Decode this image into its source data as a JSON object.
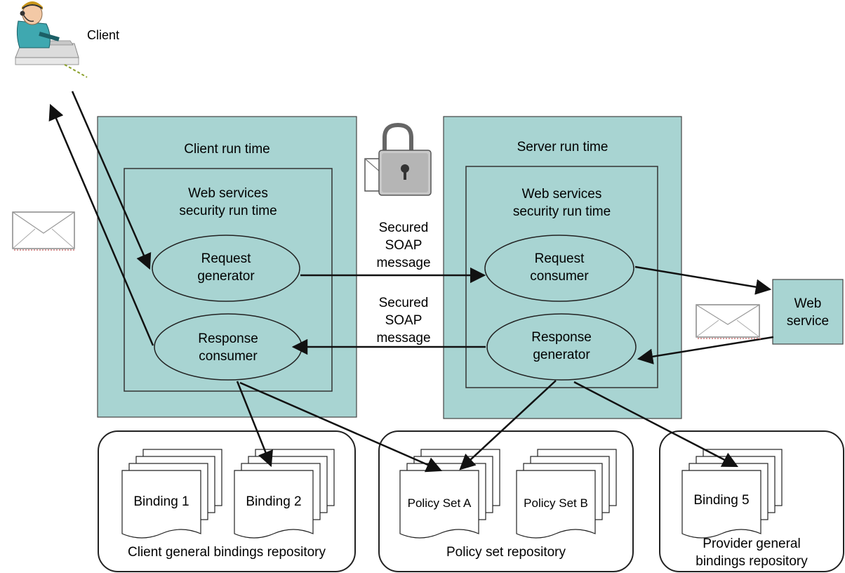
{
  "client_label": "Client",
  "client_runtime": {
    "title": "Client run time",
    "wss_title_line1": "Web services",
    "wss_title_line2": "security run time",
    "request_generator_line1": "Request",
    "request_generator_line2": "generator",
    "response_consumer_line1": "Response",
    "response_consumer_line2": "consumer"
  },
  "server_runtime": {
    "title": "Server run time",
    "wss_title_line1": "Web services",
    "wss_title_line2": "security run time",
    "request_consumer_line1": "Request",
    "request_consumer_line2": "consumer",
    "response_generator_line1": "Response",
    "response_generator_line2": "generator"
  },
  "messages": {
    "request_line1": "Secured",
    "request_line2": "SOAP",
    "request_line3": "message",
    "response_line1": "Secured",
    "response_line2": "SOAP",
    "response_line3": "message"
  },
  "web_service_line1": "Web",
  "web_service_line2": "service",
  "repositories": {
    "client_general": {
      "label": "Client general bindings repository",
      "docs": [
        "Binding 1",
        "Binding 2"
      ]
    },
    "policy_set": {
      "label": "Policy set repository",
      "docs": [
        "Policy Set A",
        "Policy Set B"
      ]
    },
    "provider_general": {
      "label_line1": "Provider general",
      "label_line2": "bindings repository",
      "docs": [
        "Binding 5"
      ]
    }
  },
  "colors": {
    "runtime_fill": "#a8d4d2",
    "stroke": "#1a1a1a"
  },
  "icons": [
    "client-person-icon",
    "padlock-icon",
    "envelope-icon"
  ]
}
